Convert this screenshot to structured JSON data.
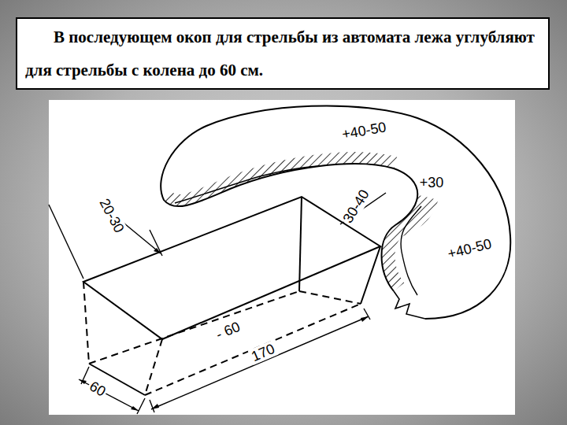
{
  "diagram": {
    "nodes": [
      {
        "text": [
          "В последующем окоп для стрельбы из автомата лежа углубляют для стрельбы с колена до 60 см."
        ]
      }
    ],
    "labels": [
      "20-30",
      "30-40",
      "+40-50",
      "+30",
      "+40-50",
      "- 60",
      "170",
      "60"
    ]
  }
}
